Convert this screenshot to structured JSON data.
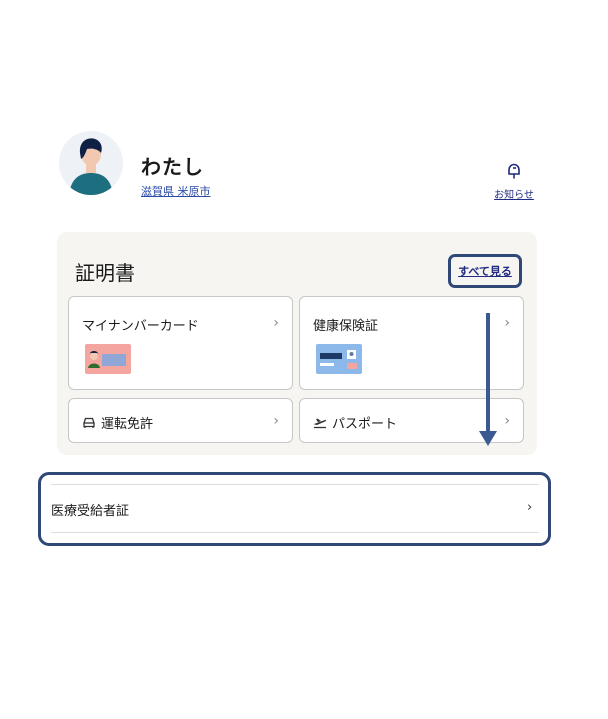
{
  "profile": {
    "name": "わたし",
    "location": "滋賀県 米原市",
    "notifications_label": "お知らせ"
  },
  "certificates": {
    "title": "証明書",
    "see_all_label": "すべて見る",
    "cards": [
      {
        "label": "マイナンバーカード",
        "icon": "my-number-card-icon"
      },
      {
        "label": "健康保険証",
        "icon": "health-insurance-card-icon"
      },
      {
        "label": "運転免許",
        "icon": "car-icon"
      },
      {
        "label": "パスポート",
        "icon": "airplane-icon"
      }
    ],
    "chevron": "›"
  },
  "list": {
    "items": [
      {
        "label": "医療受給者証",
        "chevron": "›"
      }
    ]
  },
  "colors": {
    "panel_bg": "#f6f5f1",
    "highlight_border": "#2f4877",
    "link": "#1f2a80"
  }
}
